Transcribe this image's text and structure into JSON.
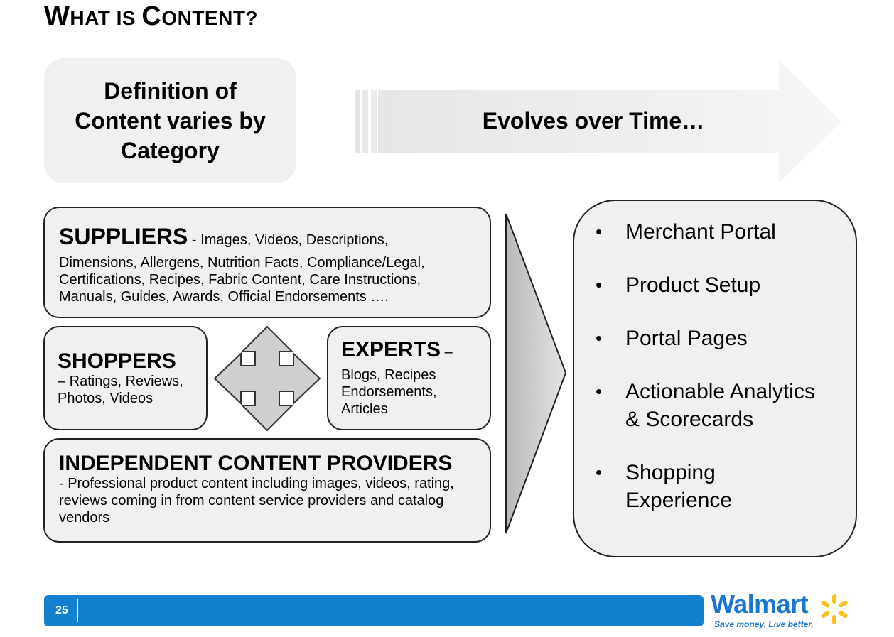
{
  "slide": {
    "title_big_1": "W",
    "title_small_1": "HAT IS ",
    "title_big_2": "C",
    "title_small_2": "ONTENT?",
    "definition": "Definition of Content varies by Category",
    "evolves": "Evolves over Time…"
  },
  "suppliers": {
    "heading": "SUPPLIERS",
    "lead": " - Images, Videos, Descriptions,",
    "body": "Dimensions, Allergens, Nutrition Facts, Compliance/Legal, Certifications, Recipes, Fabric Content, Care Instructions, Manuals, Guides, Awards, Official Endorsements …."
  },
  "shoppers": {
    "heading": "SHOPPERS",
    "body": "– Ratings, Reviews, Photos, Videos"
  },
  "experts": {
    "heading": "EXPERTS",
    "lead": " –",
    "body": "Blogs, Recipes Endorsements, Articles"
  },
  "icp": {
    "heading": "INDEPENDENT CONTENT PROVIDERS",
    "body": "- Professional product content including images, videos, rating, reviews coming in from content service providers and catalog vendors"
  },
  "outcomes": [
    {
      "text": "Merchant Portal"
    },
    {
      "text": "Product Setup"
    },
    {
      "text": "Portal Pages"
    },
    {
      "text": "Actionable Analytics & Scorecards"
    },
    {
      "text": "Shopping Experience"
    }
  ],
  "bullet_char": "•",
  "footer": {
    "page_number": "25",
    "bar_color": "#1380cf"
  },
  "logo": {
    "wordmark": "Walmart",
    "tagline": "Save money. Live better.",
    "brand_blue": "#1a75cf",
    "spark_color": "#f9c21b",
    "icon": "walmart-spark-icon"
  },
  "colors": {
    "box_fill": "#f0f0f0",
    "arrow_fill": "#cfcfcf"
  }
}
